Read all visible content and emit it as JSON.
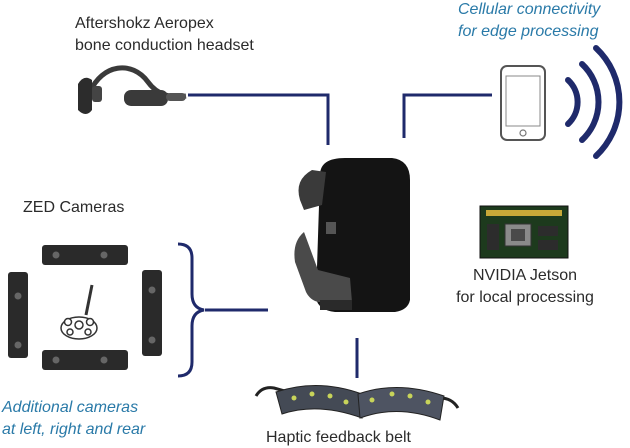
{
  "labels": {
    "headset_line1": "Aftershokz Aeropex",
    "headset_line2": "bone conduction headset",
    "cellular_line1": "Cellular connectivity",
    "cellular_line2": "for edge processing",
    "zed": "ZED Cameras",
    "jetson_line1": "NVIDIA Jetson",
    "jetson_line2": "for local processing",
    "additional_line1": "Additional cameras",
    "additional_line2": "at left, right and rear",
    "belt": "Haptic feedback belt"
  },
  "colors": {
    "connector": "#1f2a6b",
    "accent_text": "#2a7aa8",
    "wifi": "#1f2a6b"
  },
  "icons": [
    "headset-icon",
    "phone-icon",
    "wifi-icon",
    "backpack-icon",
    "camera-icon",
    "person-icon",
    "jetson-board-icon",
    "haptic-belt-icon"
  ]
}
